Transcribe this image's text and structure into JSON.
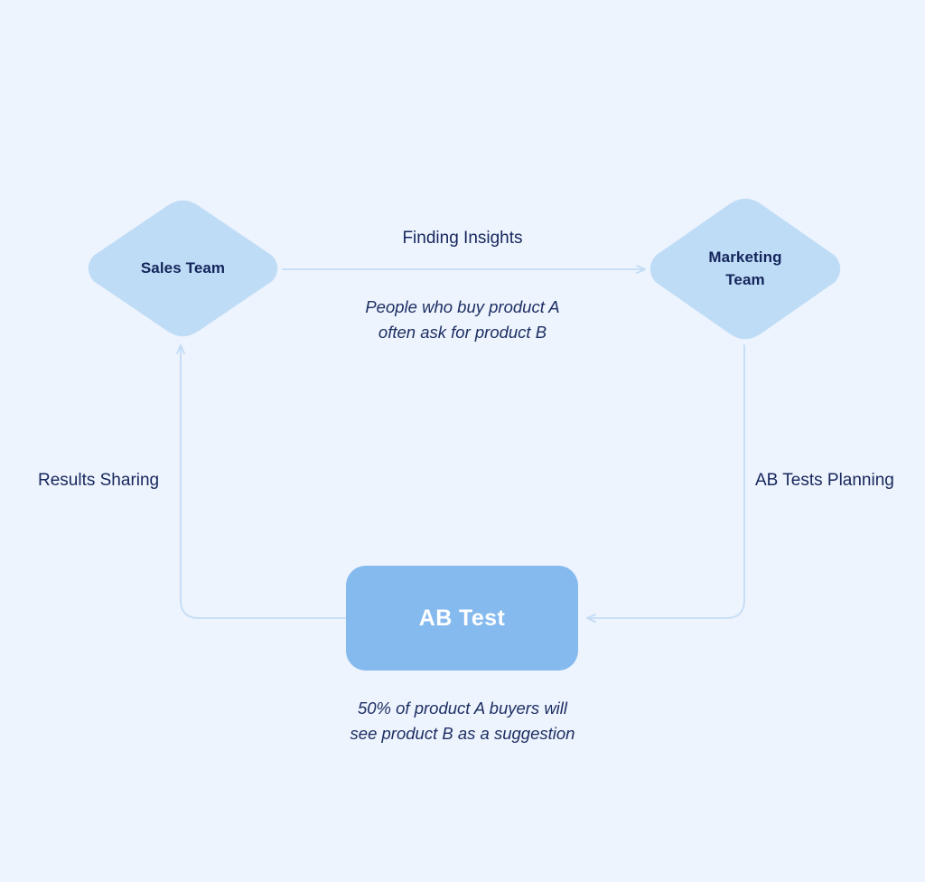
{
  "diagram": {
    "background_color": "#edf4fd",
    "node_fill_light": "#bfdcf7",
    "node_fill_medium": "#85baef",
    "edge_color": "#c3dcf6",
    "text_color": "#16265c",
    "nodes": [
      {
        "id": "sales",
        "shape": "diamond",
        "label": "Sales Team"
      },
      {
        "id": "marketing",
        "shape": "diamond",
        "label_line1": "Marketing",
        "label_line2": "Team"
      },
      {
        "id": "abtest",
        "shape": "rounded-rect",
        "label": "AB Test"
      }
    ],
    "edges": [
      {
        "id": "sales-to-marketing",
        "from": "sales",
        "to": "marketing",
        "label": "Finding Insights",
        "note_line1": "People who buy product A",
        "note_line2": "often ask for product B"
      },
      {
        "id": "marketing-to-abtest",
        "from": "marketing",
        "to": "abtest",
        "label": "AB Tests Planning"
      },
      {
        "id": "abtest-to-sales",
        "from": "abtest",
        "to": "sales",
        "label": "Results Sharing",
        "note_line1": "50% of product A buyers will",
        "note_line2": "see product B as a suggestion"
      }
    ]
  }
}
